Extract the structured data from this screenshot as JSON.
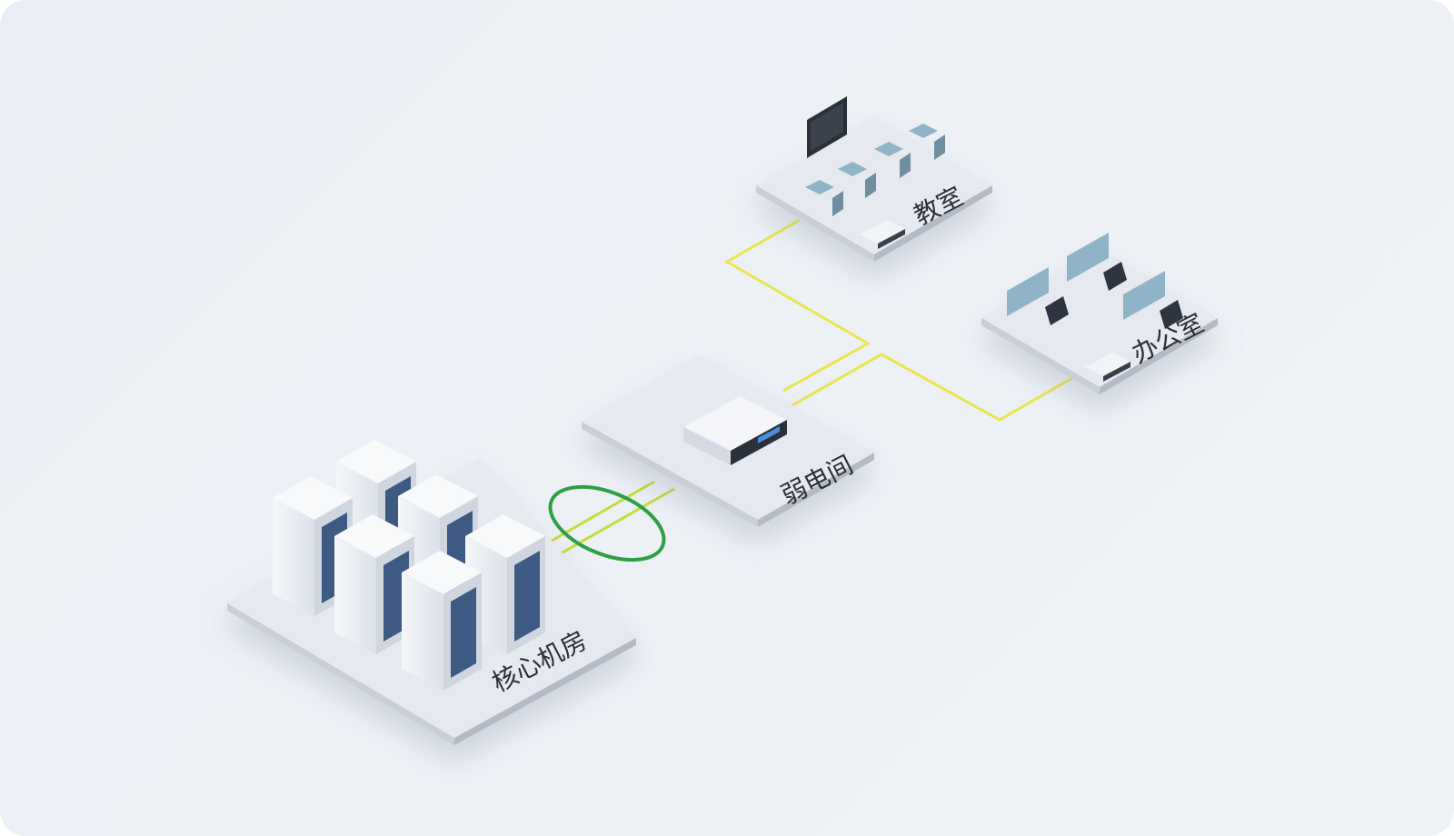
{
  "rooms": {
    "core": {
      "label": "核心机房"
    },
    "weak": {
      "label": "弱电间"
    },
    "classroom": {
      "label": "教室"
    },
    "office": {
      "label": "办公室"
    }
  },
  "colors": {
    "background": "#eaeff5",
    "platform_top": "#e7eaf0",
    "platform_side": "#b9bfc9",
    "link_yellow": "#ecea55",
    "link_green_ring": "#2ea043",
    "server_body": "#eef1f5",
    "server_panel": "#3c5a82",
    "chair": "#2e3440",
    "desk": "#8fb4c8"
  },
  "icons": [
    "server-rack-icon",
    "network-switch-icon",
    "blackboard-icon",
    "desk-chair-icon",
    "workstation-icon"
  ]
}
